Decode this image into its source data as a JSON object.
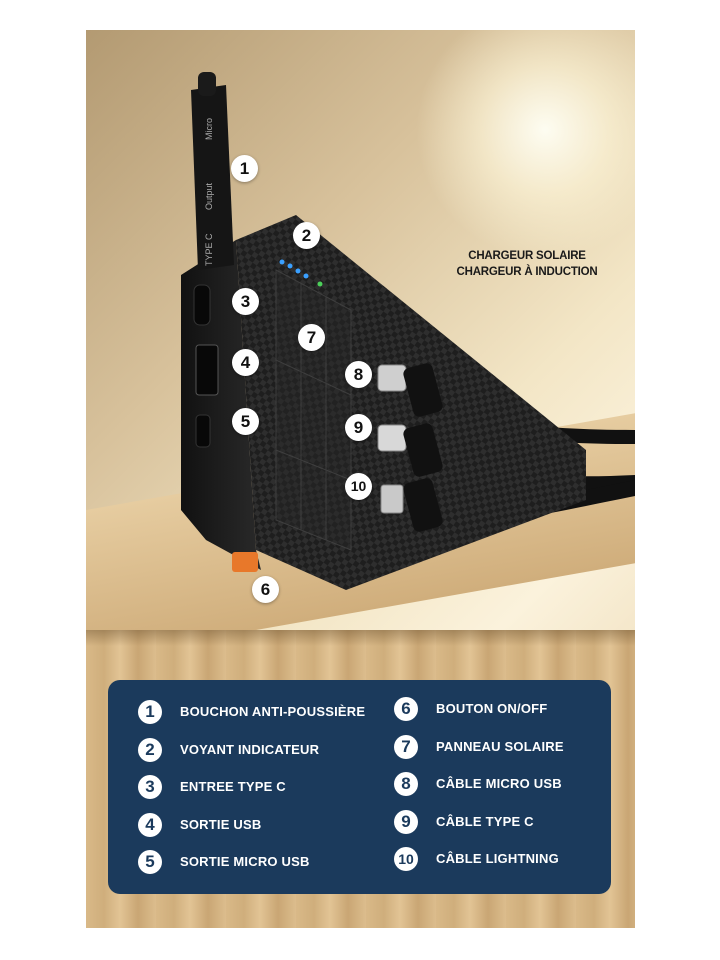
{
  "photo": {
    "cable_labels": [
      "TYPE C",
      "Output",
      "Micro"
    ],
    "callout_numbers": [
      "1",
      "2",
      "3",
      "4",
      "5",
      "6",
      "7",
      "8",
      "9",
      "10"
    ],
    "caption": [
      "CHARGEUR SOLAIRE",
      "CHARGEUR À INDUCTION"
    ]
  },
  "legend": {
    "left": [
      {
        "num": "1",
        "label": "BOUCHON ANTI-POUSSIÈRE"
      },
      {
        "num": "2",
        "label": "VOYANT INDICATEUR"
      },
      {
        "num": "3",
        "label": "ENTREE TYPE C"
      },
      {
        "num": "4",
        "label": "SORTIE USB"
      },
      {
        "num": "5",
        "label": "SORTIE MICRO USB"
      }
    ],
    "right": [
      {
        "num": "6",
        "label": "BOUTON ON/OFF"
      },
      {
        "num": "7",
        "label": "PANNEAU SOLAIRE"
      },
      {
        "num": "8",
        "label": "CÂBLE MICRO USB"
      },
      {
        "num": "9",
        "label": "CÂBLE TYPE C"
      },
      {
        "num": "10",
        "label": "CÂBLE LIGHTNING"
      }
    ]
  },
  "colors": {
    "legend_bg": "#1b3a5c",
    "device_body": "#1c1c1c",
    "led": "#3aa0ff",
    "power_button": "#e8782a"
  },
  "icons": [
    "power-bank-device",
    "usb-port-icon",
    "cable-connector-icon"
  ]
}
